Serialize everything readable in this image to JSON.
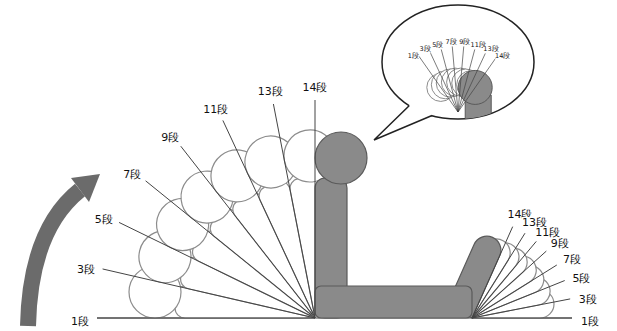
{
  "diagram": {
    "labels": [
      "1段",
      "3段",
      "5段",
      "7段",
      "9段",
      "11段",
      "13段",
      "14段",
      "1段",
      "3段",
      "5段",
      "7段",
      "9段",
      "11段",
      "13段",
      "14段",
      "14段",
      "13段",
      "11段",
      "9段",
      "7段",
      "5段",
      "3段",
      "1段"
    ]
  }
}
